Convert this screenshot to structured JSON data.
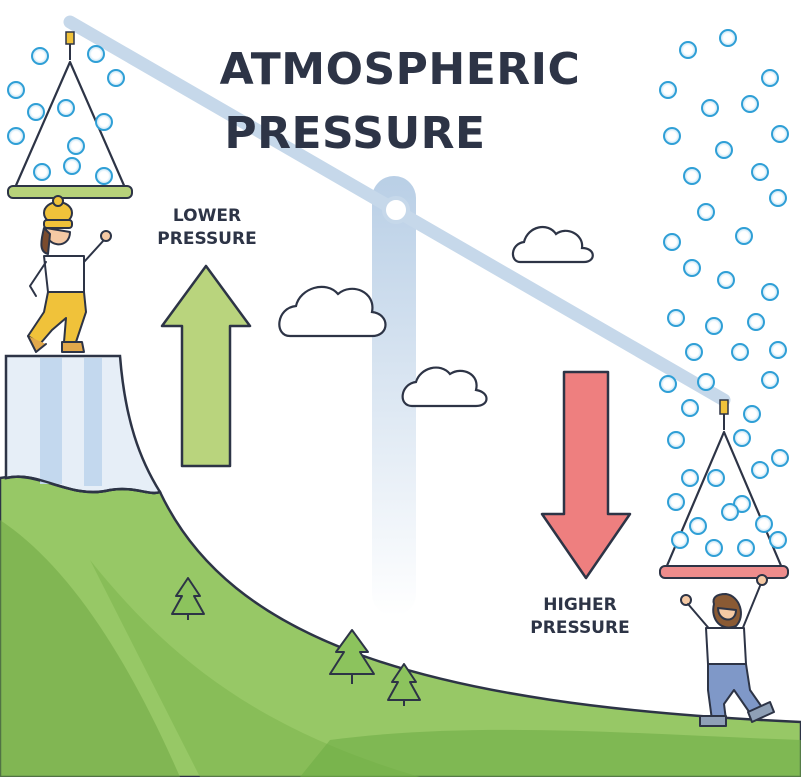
{
  "title": {
    "line1": "ATMOSPHERIC",
    "line2": "PRESSURE"
  },
  "labels": {
    "lower": {
      "line1": "LOWER",
      "line2": "PRESSURE"
    },
    "higher": {
      "line1": "HIGHER",
      "line2": "PRESSURE"
    }
  },
  "colors": {
    "ink": "#2d3446",
    "beam": "#c8d9ea",
    "pillar": "#c3d6ea",
    "air_molecule": "#2f9fd6",
    "up_arrow": "#b7d27a",
    "down_arrow": "#ee7d7d",
    "hill_light": "#9fcb6a",
    "hill_dark": "#6fae46",
    "cliff_ice": "#d7e7f4",
    "pan_low": "#b7d27a",
    "pan_high": "#ee8c8c"
  },
  "icons": [
    "scale-beam",
    "hook-icon",
    "air-molecule-icon",
    "cloud-icon",
    "up-arrow-icon",
    "down-arrow-icon",
    "tree-icon",
    "person-icon"
  ]
}
